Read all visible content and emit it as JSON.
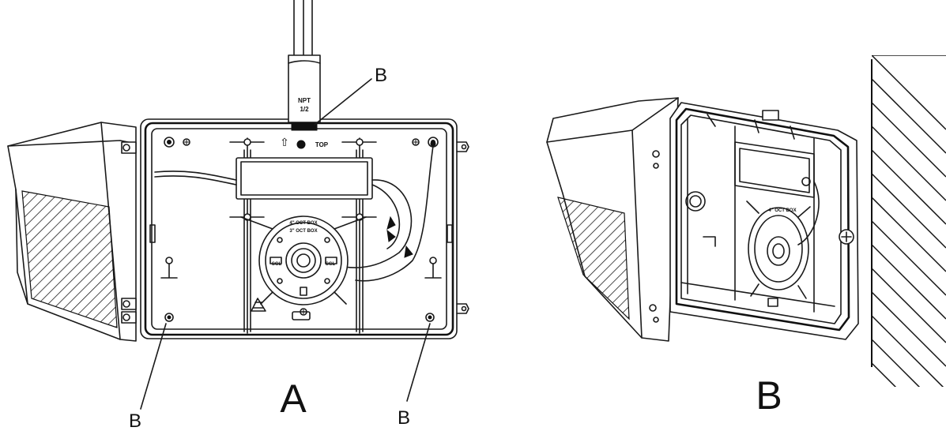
{
  "panel_a": {
    "label": "A",
    "callout_top": "B",
    "callout_bottom_left": "B",
    "callout_bottom_right": "B",
    "conduit_text_line1": "NPT",
    "conduit_text_line2": "1/2",
    "top_mark": "TOP",
    "top_arrow_glyph": "⇧",
    "plate_text_1": "4\" OCT BOX",
    "plate_text_2": "3\" OCT BOX",
    "plate_text_3": "SGL",
    "plate_text_4": "SGL"
  },
  "panel_b": {
    "label": "B",
    "plate_text_1": "4\" OCT BOX"
  }
}
